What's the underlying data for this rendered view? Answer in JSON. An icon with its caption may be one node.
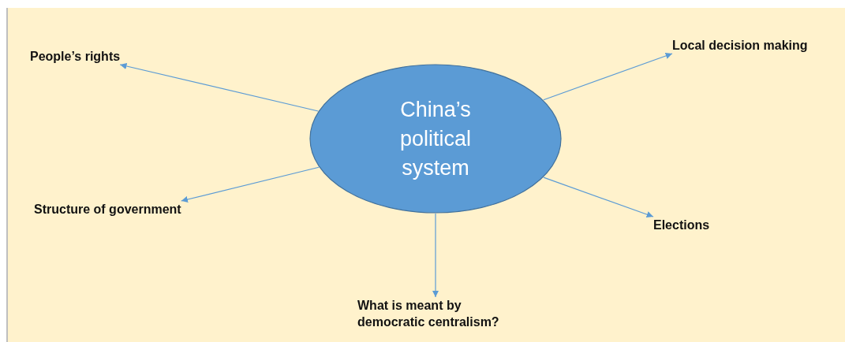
{
  "diagram": {
    "nodes": [
      {
        "text": [
          "China’s political system"
        ]
      },
      {
        "text": [
          "People’s rights"
        ]
      },
      {
        "text": [
          "Local decision making"
        ]
      },
      {
        "text": [
          "Structure of government"
        ]
      },
      {
        "text": [
          "Elections"
        ]
      },
      {
        "text": [
          "What is meant by democratic centralism?"
        ]
      }
    ],
    "edges": [
      {
        "from": 0,
        "to": 1,
        "arrow": "to"
      },
      {
        "from": 0,
        "to": 2,
        "arrow": "to"
      },
      {
        "from": 0,
        "to": 3,
        "arrow": "to"
      },
      {
        "from": 0,
        "to": 4,
        "arrow": "to"
      },
      {
        "from": 0,
        "to": 5,
        "arrow": "to"
      }
    ]
  }
}
